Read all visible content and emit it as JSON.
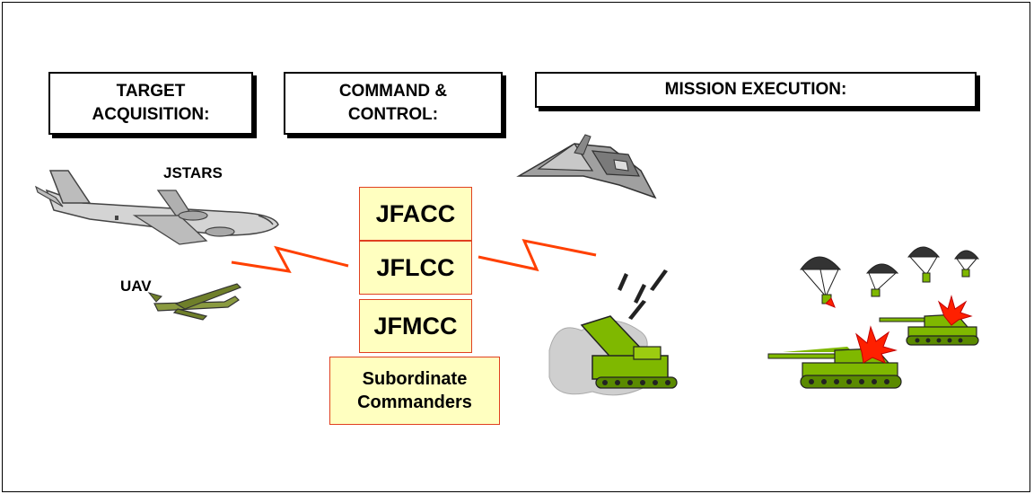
{
  "headers": {
    "target_acquisition": "TARGET ACQUISITION:",
    "command_control": "COMMAND & CONTROL:",
    "mission_execution": "MISSION EXECUTION:"
  },
  "assets": {
    "jstars": "JSTARS",
    "uav": "UAV"
  },
  "commands": {
    "jfacc": "JFACC",
    "jflcc": "JFLCC",
    "jfmcc": "JFMCC",
    "subordinate_line1": "Subordinate",
    "subordinate_line2": "Commanders"
  },
  "colors": {
    "link_line": "#ff4000",
    "command_fill": "#ffffc0",
    "command_border": "#e04020",
    "vehicle_green": "#7fb800",
    "aircraft_gray": "#c8c8c8",
    "explosion": "#ff2000"
  },
  "icons": [
    "jstars-aircraft-icon",
    "uav-drone-icon",
    "stealth-fighter-icon",
    "rocket-launcher-icon",
    "missile-icon",
    "paratrooper-icon",
    "tank-icon",
    "explosion-icon"
  ]
}
